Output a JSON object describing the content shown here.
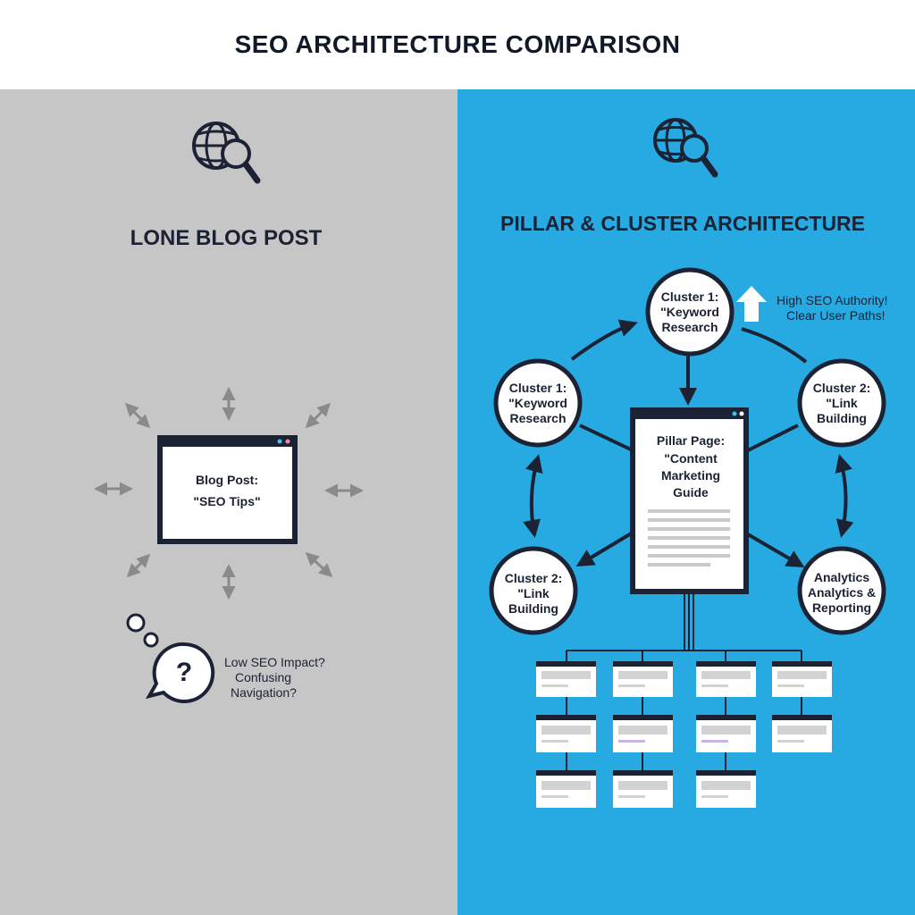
{
  "title": "SEO ARCHITECTURE COMPARISON",
  "left": {
    "heading": "LONE BLOG POST",
    "post": {
      "line1": "Blog Post:",
      "line2": "\"SEO Tips\""
    },
    "note": {
      "line1": "Low SEO Impact?",
      "line2": "Confusing",
      "line3": "Navigation?"
    }
  },
  "right": {
    "heading": "PILLAR & CLUSTER ARCHITECTURE",
    "authority": {
      "line1": "High SEO Authority!",
      "line2": "Clear User Paths!"
    },
    "pillar": {
      "line1": "Pillar Page:",
      "line2": "\"Content",
      "line3": "Marketing",
      "line4": "Guide"
    },
    "clusters": [
      {
        "id": "top",
        "lines": [
          "Cluster 1:",
          "\"Keyword",
          "Research"
        ]
      },
      {
        "id": "left-upper",
        "lines": [
          "Cluster 1:",
          "\"Keyword",
          "Research"
        ]
      },
      {
        "id": "right-upper",
        "lines": [
          "Cluster 2:",
          "\"Link",
          "Building"
        ]
      },
      {
        "id": "left-lower",
        "lines": [
          "Cluster 2:",
          "\"Link",
          "Building"
        ]
      },
      {
        "id": "right-lower",
        "lines": [
          "Analytics",
          "Analytics &",
          "Reporting"
        ]
      }
    ]
  },
  "colors": {
    "left_bg": "#c6c6c6",
    "right_bg": "#27a9e1",
    "ink": "#1a2233"
  }
}
